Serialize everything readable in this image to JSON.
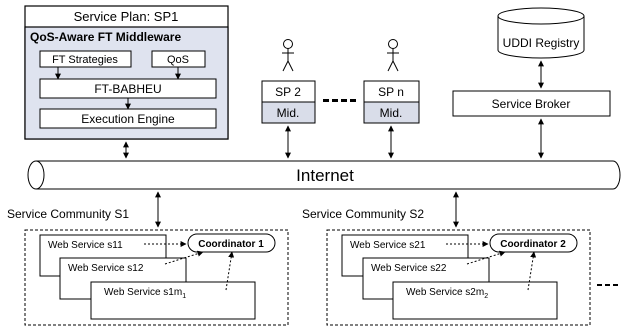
{
  "service_plan": {
    "title": "Service Plan: SP1",
    "middleware_title": "QoS-Aware FT Middleware",
    "ft_strategies": "FT Strategies",
    "qos": "QoS",
    "ft_babheu": "FT-BABHEU",
    "execution_engine": "Execution Engine"
  },
  "service_providers": [
    {
      "name": "SP 2",
      "middleware": "Mid."
    },
    {
      "name": "SP n",
      "middleware": "Mid."
    }
  ],
  "registry": {
    "label": "UDDI Registry"
  },
  "broker": {
    "label": "Service Broker"
  },
  "internet": {
    "label": "Internet"
  },
  "communities": [
    {
      "title": "Service Community S1",
      "coordinator": "Coordinator 1",
      "services": [
        "Web Service s11",
        "Web Service s12",
        "Web Service s1m"
      ],
      "last_subscript": "1"
    },
    {
      "title": "Service Community S2",
      "coordinator": "Coordinator 2",
      "services": [
        "Web Service s21",
        "Web Service s22",
        "Web Service s2m"
      ],
      "last_subscript": "2"
    }
  ],
  "colors": {
    "middleware_fill": "#dfe3ef",
    "mid_fill": "#d9dde9",
    "stroke": "#000000"
  }
}
